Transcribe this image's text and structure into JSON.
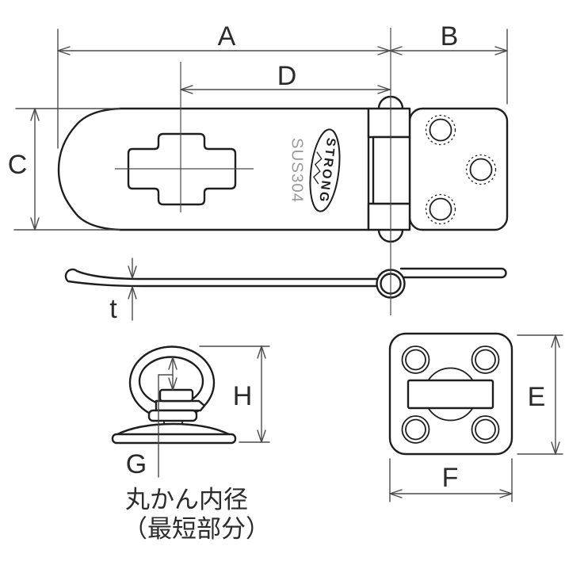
{
  "labels": {
    "a": "A",
    "b": "B",
    "c": "C",
    "d": "D",
    "e": "E",
    "f": "F",
    "g": "G",
    "h": "H",
    "t": "t"
  },
  "markings": {
    "brand": "STRONG",
    "material": "SUS304"
  },
  "note": {
    "line1": "丸かん内径",
    "line2": "（最短部分）"
  },
  "colors": {
    "outline": "#1e1e1e",
    "dimension": "#4a4a4a",
    "marking_gray": "#9b9b9b",
    "background": "#ffffff"
  }
}
